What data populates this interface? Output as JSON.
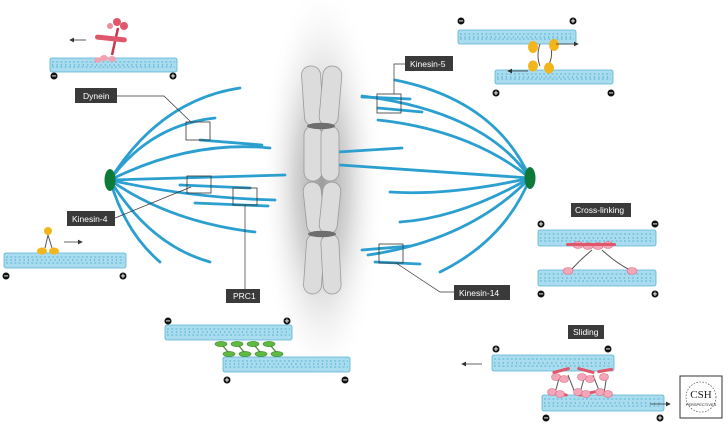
{
  "labels": {
    "dynein": "Dynein",
    "kinesin5": "Kinesin-5",
    "kinesin4": "Kinesin-4",
    "prc1": "PRC1",
    "kinesin14": "Kinesin-14",
    "crosslinking": "Cross-linking",
    "sliding": "Sliding"
  },
  "logo": {
    "top": "CSH",
    "bottom": "PERSPECTIVES"
  },
  "signs": {
    "minus": "−",
    "plus": "+"
  },
  "colors": {
    "spindle_fiber": "#2a9fd0",
    "pole": "#0e7a3a",
    "microtubule": "#a9dcee",
    "dynein": "#e0566a",
    "kinesin": "#f2b51c",
    "prc1": "#5fb843",
    "crosslinker": "#f4a6b8",
    "label_box": "#3a3a3a"
  }
}
